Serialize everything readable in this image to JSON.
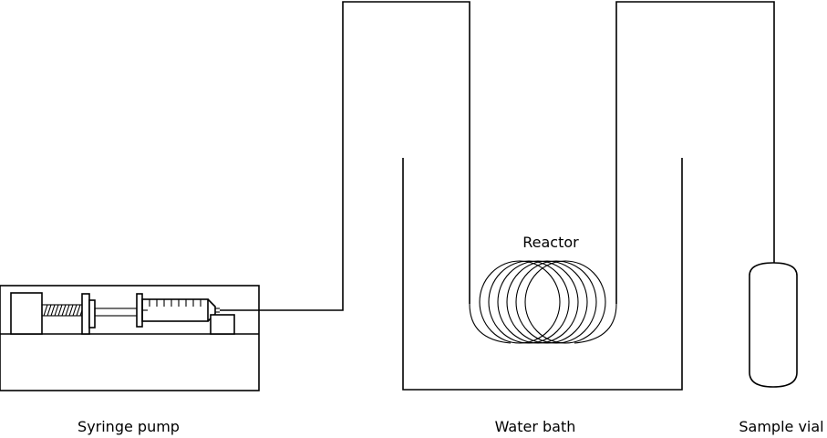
{
  "labels": {
    "syringe_pump": "Syringe pump",
    "water_bath": "Water bath",
    "sample_vial": "Sample vial",
    "reactor": "Reactor"
  }
}
